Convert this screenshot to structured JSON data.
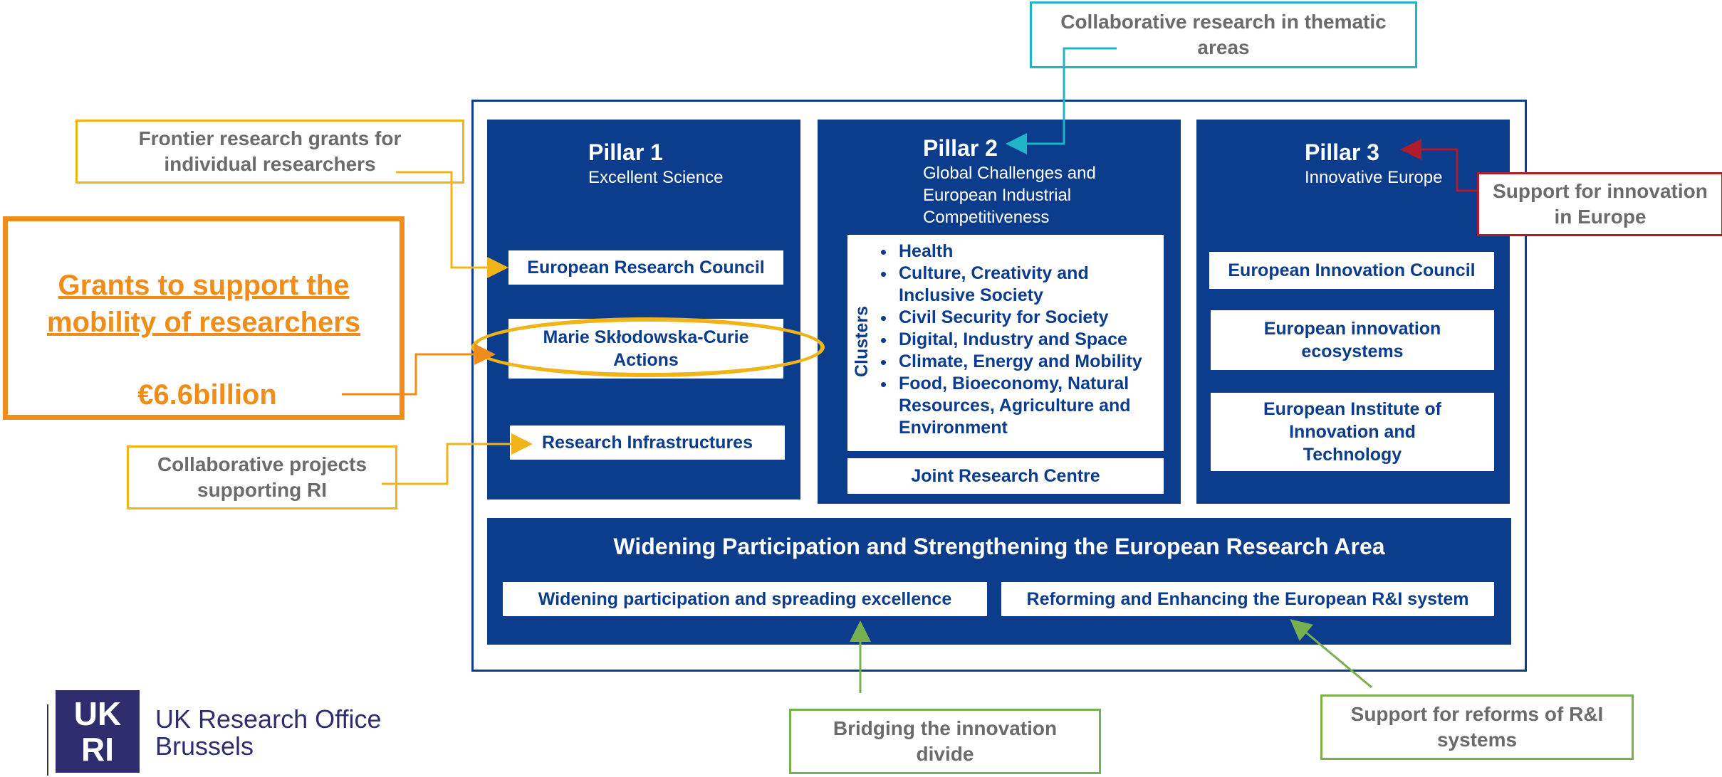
{
  "pillars": [
    {
      "title": "Pillar 1",
      "subtitle": "Excellent Science"
    },
    {
      "title": "Pillar 2",
      "subtitle": "Global Challenges and European Industrial Competitiveness"
    },
    {
      "title": "Pillar 3",
      "subtitle": "Innovative Europe"
    }
  ],
  "pillar1_items": [
    "European Research Council",
    "Marie Skłodowska-Curie Actions",
    "Research Infrastructures"
  ],
  "clusters_label": "Clusters",
  "clusters": [
    "Health",
    "Culture, Creativity and Inclusive Society",
    "Civil Security for Society",
    "Digital, Industry and Space",
    "Climate, Energy and Mobility",
    "Food, Bioeconomy, Natural Resources, Agriculture and Environment"
  ],
  "jrc": "Joint Research Centre",
  "pillar3_items": [
    "European Innovation Council",
    "European innovation ecosystems",
    "European Institute of Innovation and Technology"
  ],
  "widening": {
    "title": "Widening Participation and Strengthening the European Research Area",
    "left": "Widening participation and spreading excellence",
    "right": "Reforming and Enhancing the European R&I system"
  },
  "callouts": {
    "thematic": "Collaborative research in thematic areas",
    "frontier": "Frontier research grants for individual researchers",
    "ri": "Collaborative projects supporting RI",
    "innovation": "Support for innovation in Europe",
    "divide": "Bridging the innovation divide",
    "reforms": "Support for reforms of R&I systems"
  },
  "highlight": {
    "title": "Grants to support the mobility of researchers",
    "amount": "€6.6billion"
  },
  "logo": {
    "mark": "UKRI",
    "line1": "UK Research Office",
    "line2": "Brussels"
  },
  "colors": {
    "navy": "#0c3c8c",
    "orange": "#f08c18",
    "gold": "#f0b418",
    "teal": "#20b4c8",
    "red": "#b01c2c",
    "green": "#78b050",
    "gray": "#6b6b6b"
  }
}
